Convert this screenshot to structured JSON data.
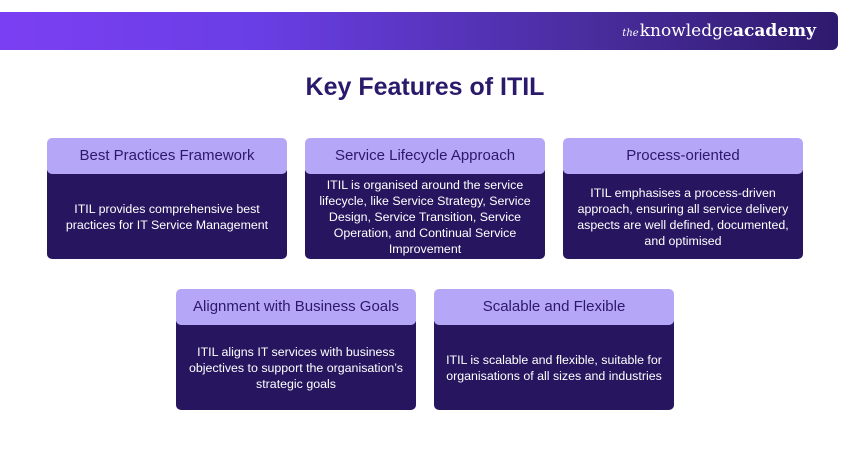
{
  "brand": {
    "the": "the",
    "knowledge": "knowledge",
    "academy": "academy"
  },
  "title": "Key Features of ITIL",
  "cards": [
    {
      "heading": "Best Practices Framework",
      "body": "ITIL provides comprehensive best practices for IT Service Management"
    },
    {
      "heading": "Service Lifecycle Approach",
      "body": "ITIL is organised around the service lifecycle, like Service Strategy, Service Design, Service Transition, Service Operation, and Continual Service Improvement"
    },
    {
      "heading": "Process-oriented",
      "body": "ITIL emphasises a process-driven approach, ensuring all service delivery aspects are well defined, documented, and optimised"
    },
    {
      "heading": "Alignment with Business Goals",
      "body": "ITIL aligns IT services with business objectives to support the organisation’s strategic goals"
    },
    {
      "heading": "Scalable and Flexible",
      "body": "ITIL is scalable and flexible, suitable for organisations of all sizes and industries"
    }
  ],
  "colors": {
    "banner_start": "#7b3ff2",
    "banner_end": "#2e1a6e",
    "title": "#2b1a6b",
    "card_header": "#b6a6f7",
    "card_body": "#27165f"
  }
}
